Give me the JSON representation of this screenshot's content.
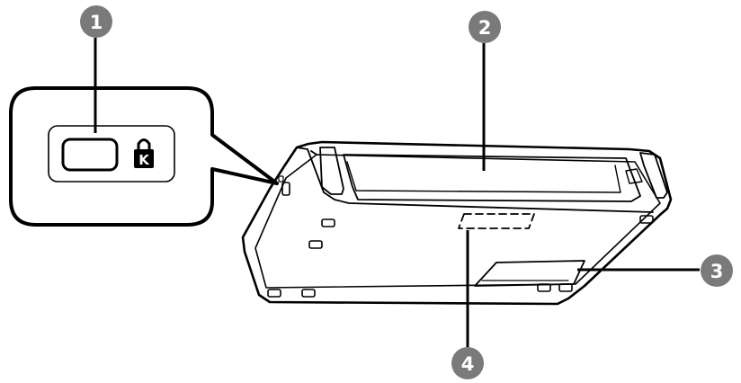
{
  "callouts": [
    {
      "number": "1",
      "label": ""
    },
    {
      "number": "2",
      "label": ""
    },
    {
      "number": "3",
      "label": ""
    },
    {
      "number": "4",
      "label": ""
    }
  ],
  "inset": {
    "lock_icon": "kensington-lock-icon",
    "lock_glyph": "K"
  },
  "colors": {
    "outline": "#000000",
    "callout_fill": "#7a7a7a",
    "background": "#ffffff"
  }
}
